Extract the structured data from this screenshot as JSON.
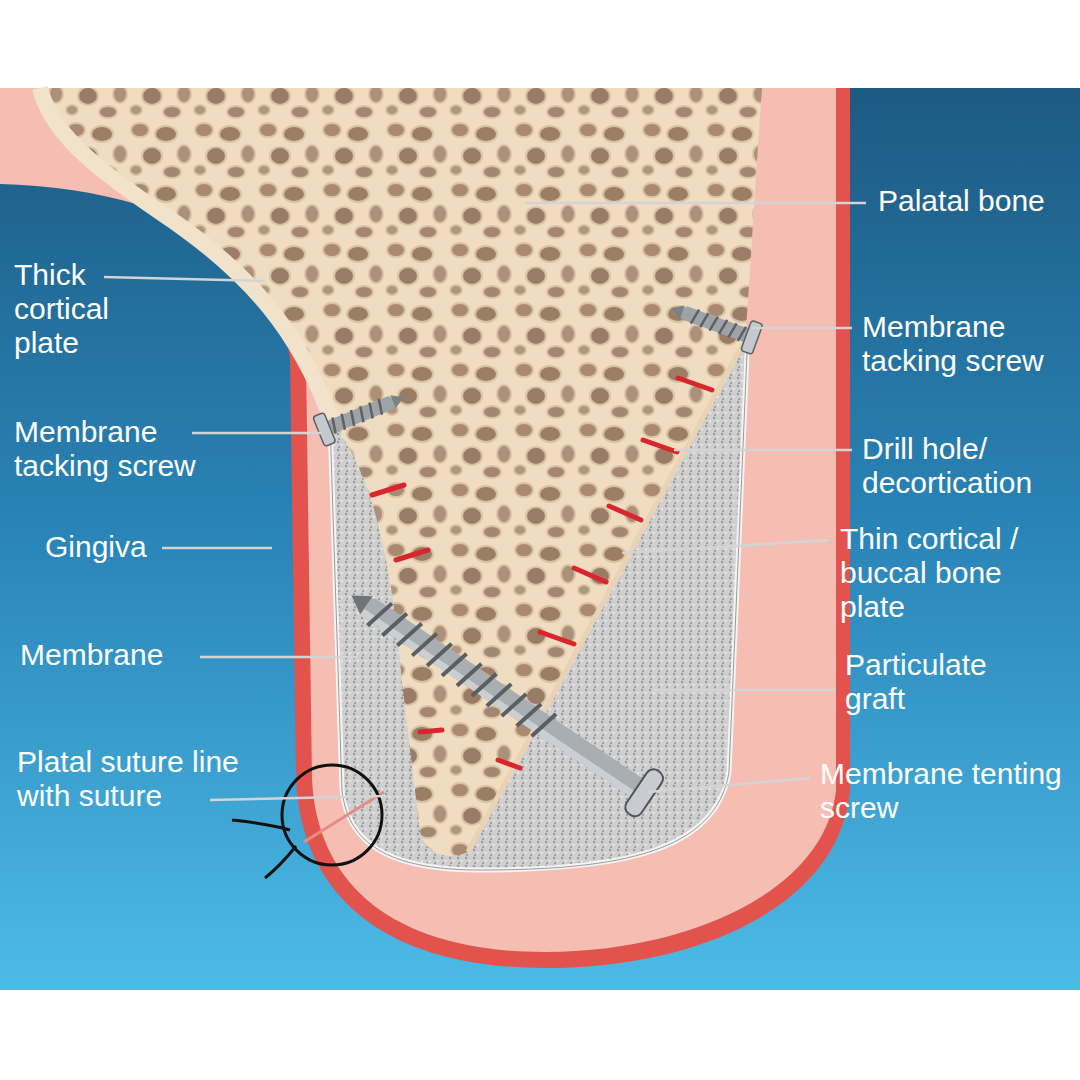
{
  "diagram": {
    "labels": [
      "Palatal bone",
      "Thick cortical plate",
      "Membrane tacking screw",
      "Membrane tacking screw",
      "Drill hole/ decortication",
      "Gingiva",
      "Thin cortical / buccal bone plate",
      "Membrane",
      "Particulate graft",
      "Platal suture line with suture",
      "Membrane tenting screw"
    ]
  }
}
